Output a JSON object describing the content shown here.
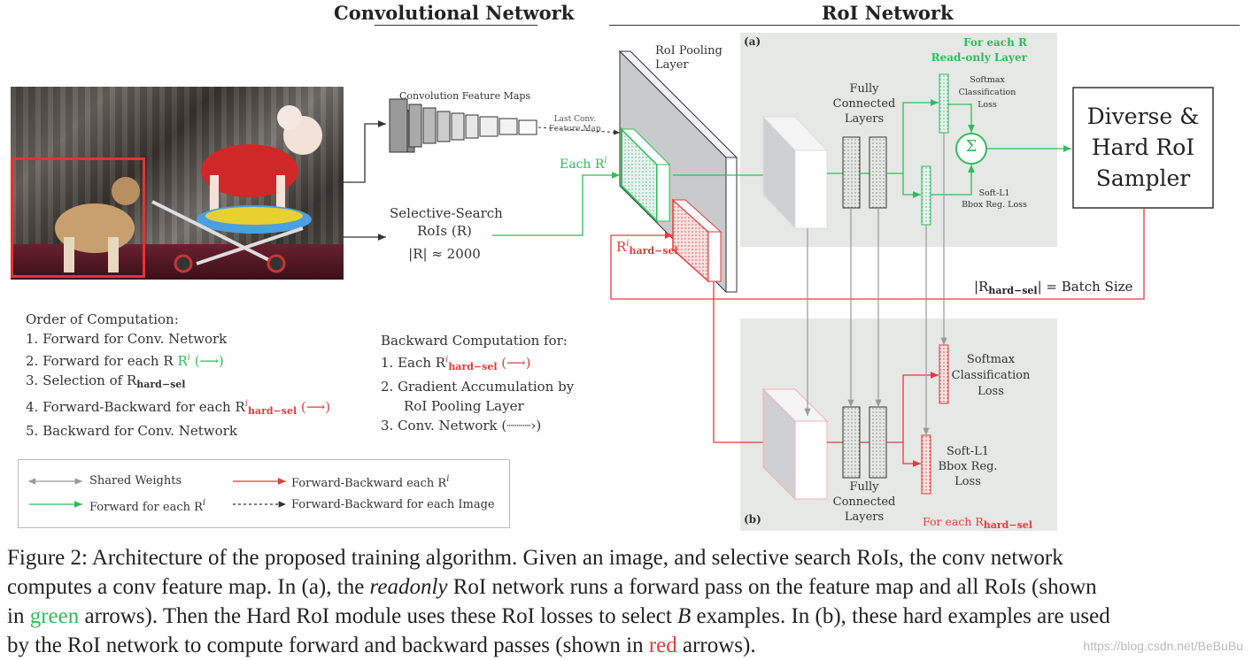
{
  "headers": {
    "conv_network": "Convolutional Network",
    "roi_network": "RoI Network"
  },
  "labels": {
    "conv_feature_maps": "Convolution Feature Maps",
    "last_conv_line1": "Last Conv.",
    "last_conv_line2": "Feature Map",
    "ss_rois_line1": "Selective-Search",
    "ss_rois_line2": "RoIs (R)",
    "ss_rois_count": "|R| ≈ 2000",
    "roi_pool_line1": "RoI Pooling",
    "roi_pool_line2": "Layer",
    "each_r": "Each R",
    "each_r_sup": "i",
    "r_hard_sel": "R",
    "r_hard_sel_sup": "i",
    "r_hard_sel_sub": "hard−sel",
    "panel_a": "(a)",
    "panel_b": "(b)",
    "for_each_r": "For each R",
    "read_only_layer": "Read-only Layer",
    "fc_line1": "Fully",
    "fc_line2": "Connected",
    "fc_line3": "Layers",
    "softmax_a_line1": "Softmax",
    "softmax_a_line2": "Classification",
    "softmax_a_line3": "Loss",
    "softl1_a_line1": "Soft-L1",
    "softl1_a_line2": "Bbox Reg. Loss",
    "sigma": "Σ",
    "sampler_line1": "Diverse &",
    "sampler_line2": "Hard RoI",
    "sampler_line3": "Sampler",
    "batch_size_prefix": "|R",
    "batch_size_sub": "hard−sel",
    "batch_size_suffix": "| = Batch Size",
    "softmax_b_line1": "Softmax",
    "softmax_b_line2": "Classification",
    "softmax_b_line3": "Loss",
    "softl1_b_line1": "Soft-L1",
    "softl1_b_line2": "Bbox Reg.",
    "softl1_b_line3": "Loss",
    "for_each_r_hard": "For each R",
    "for_each_r_hard_sub": "hard−sel"
  },
  "order": {
    "title": "Order of Computation:",
    "items": [
      "1.  Forward for Conv. Network",
      "2.  Forward for each R",
      "3.  Selection of R",
      "4.  Forward-Backward for each R",
      "5.  Backward for Conv. Network"
    ]
  },
  "backward": {
    "title": "Backward Computation for:",
    "item1": "1.  Each R",
    "item2_line1": "2.  Gradient Accumulation by",
    "item2_line2": "RoI Pooling Layer",
    "item3": "3.  Conv. Network ("
  },
  "legend": {
    "shared_weights": "Shared Weights",
    "forward_each": "Forward for each R",
    "fb_each": "Forward-Backward each R",
    "fb_image": "Forward-Backward for each Image"
  },
  "caption": {
    "line1": "Figure 2: Architecture of the proposed training algorithm. Given an image, and selective search RoIs, the conv network",
    "line2a": "computes a conv feature map. In (a), the ",
    "line2_italic": "readonly",
    "line2b": " RoI network runs a forward pass on the feature map and all RoIs (shown",
    "line3a": "in ",
    "line3_green": "green",
    "line3b": " arrows). Then the Hard RoI module uses these RoI losses to select ",
    "line3_italic": "B",
    "line3c": " examples. In (b), these hard examples are used",
    "line4a": "by the RoI network to compute forward and backward passes (shown in ",
    "line4_red": "red",
    "line4b": " arrows)."
  },
  "watermark": "https://blog.csdn.net/BeBuBu",
  "colors": {
    "green": "#2ebd5b",
    "red": "#e33b3b",
    "panel": "#e6e8e6"
  }
}
